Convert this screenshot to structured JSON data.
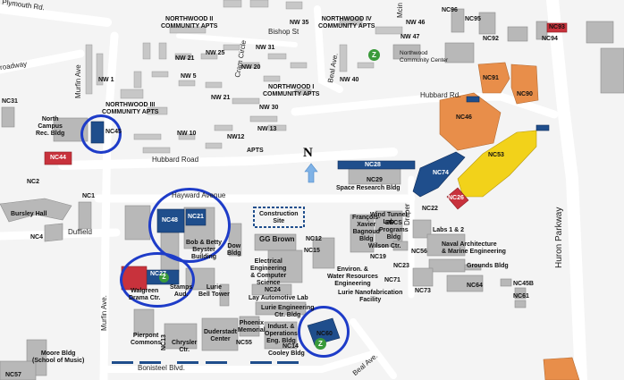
{
  "colors": {
    "road": "#ffffff",
    "background": "#f4f4f4",
    "building": "#b8b8b8",
    "housing": "#c7c7c7",
    "orange": "#e88e4a",
    "yellow": "#f2d21a",
    "navy": "#1f4e8c",
    "red": "#c8323c",
    "marker": "#1e3cc8",
    "z_green": "#3a9a3a"
  },
  "compass": {
    "letter": "N"
  },
  "roads": {
    "plymouth": "Plymouth Rd.",
    "broadway": "roadway",
    "bishop": "Bishop St",
    "hubbard_road": "Hubbard Road",
    "hubbard_rd": "Hubbard Rd.",
    "hayward": "Hayward Avenue",
    "duffield": "Duffield",
    "murfin": "Murfin Ave.",
    "murfin_north": "Murfin Ave",
    "beal_north": "Beal Ave.",
    "beal_south": "Beal Ave.",
    "bonisteel": "Bonisteel Blvd.",
    "draper": "Draper",
    "huron": "Huron Parkway",
    "cram": "Cram Circle",
    "mcin": "Mcin"
  },
  "places": {
    "nw2_apts": "NORTHWOOD II\nCOMMUNITY APTS",
    "nw4_apts": "NORTHWOOD IV\nCOMMUNITY APTS",
    "nw1_apts": "NORTHWOOD I\nCOMMUNITY APTS",
    "nw3_apts": "NORTHWOOD III\nCOMMUNITY APTS",
    "apts": "APTS",
    "northwood_center": "Northwood\nCommunity Center",
    "north_campus_rec": "North\nCampus\nRec. Bldg",
    "bursley": "Bursley Hall",
    "space_research": "Space Research Bldg",
    "construction": "Construction\nSite",
    "fxb": "François-\nXavier\nBagnoud\nBldg",
    "eecs_programs": "EECS\nPrograms\nBldg",
    "wind_tunnel": "Wind Tunnel\nLab",
    "wilson": "Wilson Ctr.",
    "labs12": "Labs 1 & 2",
    "naval": "Naval Architecture\n& Marine Engineering",
    "grounds": "Grounds Bldg",
    "bob_betty": "Bob & Betty\nBeyster\nBuilding",
    "dow": "Dow\nBldg",
    "gg_brown": "GG Brown",
    "eecs": "Electrical\nEngineering\n& Computer\nScience",
    "ewre": "Environ. &\nWater Resources\nEngineering",
    "nanofab": "Lurie Nanofabrication\nFacility",
    "lay": "Lay Automotive Lab",
    "walgreen": "Walgreen\nDrama Ctr.",
    "stamps": "Stamps\nAud.",
    "bell_tower": "Lurie\nBell Tower",
    "lurie_eng": "Lurie Engineering\nCtr. Bldg",
    "phoenix": "Phoenix\nMemorial",
    "ioe": "Indust. &\nOperations\nEng. Bldg",
    "cooley": "Cooley Bldg",
    "pierpont": "Pierpont\nCommons",
    "chrysler": "Chrysler\nCtr.",
    "duderstadt": "Duderstadt\nCenter",
    "moore": "Moore Bldg\n(School of Music)"
  },
  "codes": {
    "nc96": "NC96",
    "nc95": "NC95",
    "nc93": "NC93",
    "nc94": "NC94",
    "nc92": "NC92",
    "nc91": "NC91",
    "nc90": "NC90",
    "nc46": "NC46",
    "nc53": "NC53",
    "nc74": "NC74",
    "nc28": "NC28",
    "nc29": "NC29",
    "nc26": "NC26",
    "nc22": "NC22",
    "nc56": "NC56",
    "nc19": "NC19",
    "nc23": "NC23",
    "nc71": "NC71",
    "nc73": "NC73",
    "nc64": "NC64",
    "nc45b": "NC45B",
    "nc61": "NC61",
    "nc12": "NC12",
    "nc15": "NC15",
    "nc24": "NC24",
    "nc55": "NC55",
    "nc13": "NC13",
    "nc14": "NC14",
    "nc31": "NC31",
    "nc44": "NC44",
    "nc45": "NC45",
    "nc2": "NC2",
    "nc1": "NC1",
    "nc4": "NC4",
    "nc48": "NC48",
    "nc21": "NC21",
    "nc27": "NC27",
    "nc60": "NC60",
    "nc57": "NC57",
    "nw46": "NW 46",
    "nw47": "NW 47",
    "nw35": "NW 35",
    "nw31": "NW 31",
    "nw25": "NW 25",
    "nw21a": "NW 21",
    "nw20": "NW 20",
    "nw21b": "NW 21",
    "nw40": "NW 40",
    "nw1": "NW 1",
    "nw5": "NW 5",
    "nw30": "NW 30",
    "nw13": "NW 13",
    "nw10": "NW 10",
    "nw12": "NW12"
  },
  "markers": {
    "nc45": "NC45",
    "nc48_nc21": "NC48/NC21",
    "nc27": "NC27",
    "nc60": "NC60"
  },
  "icons": {
    "z": "Z"
  }
}
